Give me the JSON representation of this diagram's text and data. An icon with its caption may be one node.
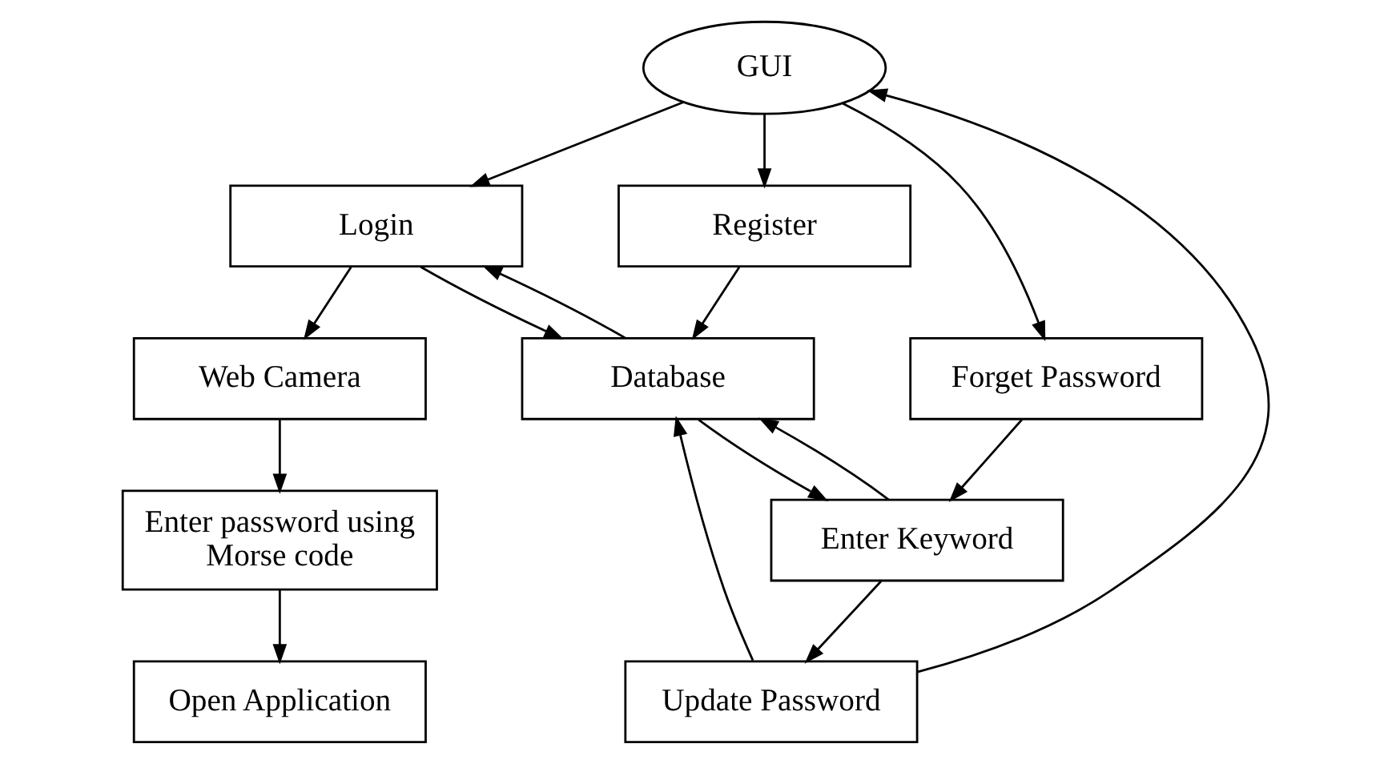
{
  "diagram": {
    "nodes": [
      {
        "text": [
          "GUI"
        ]
      },
      {
        "text": [
          "Login"
        ]
      },
      {
        "text": [
          "Register"
        ]
      },
      {
        "text": [
          "Forget Password"
        ]
      },
      {
        "text": [
          "Web Camera"
        ]
      },
      {
        "text": [
          "Database"
        ]
      },
      {
        "text": [
          "Enter Keyword"
        ]
      },
      {
        "text": [
          "Enter password using Morse code"
        ]
      },
      {
        "text": [
          "Update Password"
        ]
      },
      {
        "text": [
          "Open Application"
        ]
      }
    ],
    "edges": [
      {
        "from": 0,
        "to": 1,
        "arrow": "to"
      },
      {
        "from": 0,
        "to": 2,
        "arrow": "to"
      },
      {
        "from": 0,
        "to": 3,
        "arrow": "to"
      },
      {
        "from": 1,
        "to": 4,
        "arrow": "to"
      },
      {
        "from": 5,
        "to": 1,
        "arrow": "to"
      },
      {
        "from": 1,
        "to": 5,
        "arrow": "to"
      },
      {
        "from": 2,
        "to": 5,
        "arrow": "to"
      },
      {
        "from": 3,
        "to": 6,
        "arrow": "to"
      },
      {
        "from": 5,
        "to": 6,
        "arrow": "to"
      },
      {
        "from": 6,
        "to": 5,
        "arrow": "to"
      },
      {
        "from": 4,
        "to": 7,
        "arrow": "to"
      },
      {
        "from": 6,
        "to": 8,
        "arrow": "to"
      },
      {
        "from": 8,
        "to": 5,
        "arrow": "to"
      },
      {
        "from": 7,
        "to": 9,
        "arrow": "to"
      },
      {
        "from": 8,
        "to": 0,
        "arrow": "to"
      }
    ]
  }
}
